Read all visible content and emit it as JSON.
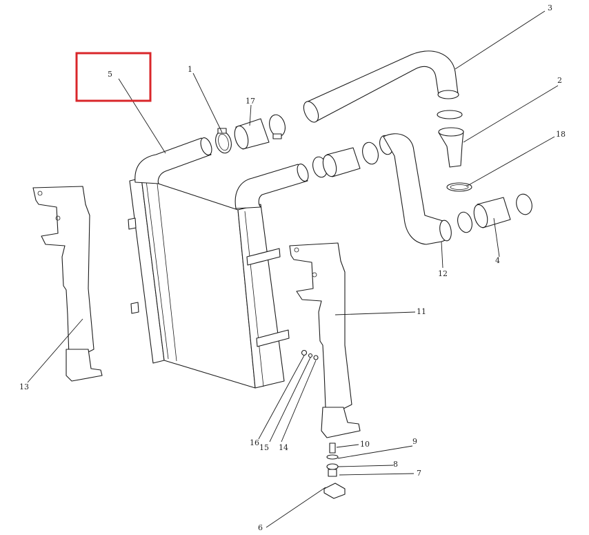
{
  "highlight": {
    "color": "#d9262a",
    "target_part": "5"
  },
  "callouts": [
    {
      "part": "1"
    },
    {
      "part": "2"
    },
    {
      "part": "3"
    },
    {
      "part": "4"
    },
    {
      "part": "5"
    },
    {
      "part": "6"
    },
    {
      "part": "7"
    },
    {
      "part": "8"
    },
    {
      "part": "9"
    },
    {
      "part": "10"
    },
    {
      "part": "11"
    },
    {
      "part": "12"
    },
    {
      "part": "13"
    },
    {
      "part": "14"
    },
    {
      "part": "15"
    },
    {
      "part": "16"
    },
    {
      "part": "17"
    },
    {
      "part": "18"
    }
  ]
}
